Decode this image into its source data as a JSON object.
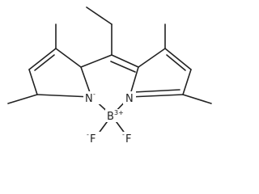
{
  "molecule": {
    "atoms": {
      "n_left": "N",
      "n_left_charge": "-",
      "n_right": "N",
      "boron": "B",
      "boron_charge": "3+",
      "f_left": "F",
      "f_left_charge": "-",
      "f_right": "F",
      "f_right_charge": "-"
    },
    "substituents": [
      "methyl",
      "methyl",
      "methyl",
      "methyl",
      "ethyl"
    ]
  }
}
